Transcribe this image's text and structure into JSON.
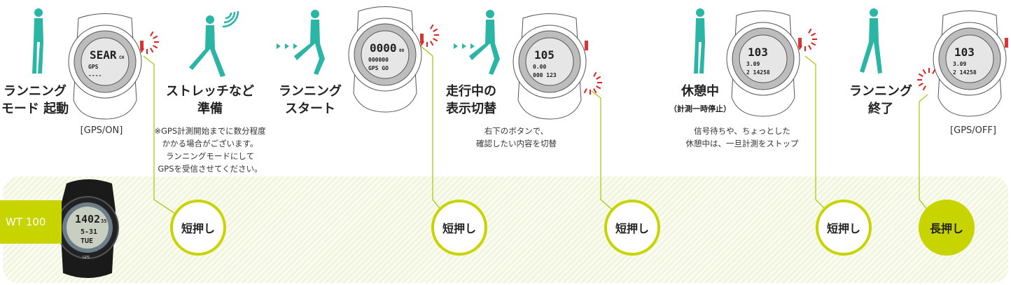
{
  "model": {
    "label": "WT 100",
    "display": {
      "time": "1402",
      "seconds": "35",
      "date": "5-31",
      "day": "TUE",
      "brand": "GPS"
    }
  },
  "steps": [
    {
      "title_lines": [
        "ランニング",
        "モード 起動"
      ],
      "caption": "[GPS/ON]"
    },
    {
      "title_lines": [
        "ストレッチなど",
        "準備"
      ],
      "note_lines": [
        "※GPS計測開始までに数分程度",
        "かかる場合がございます。",
        "ランニングモードにして",
        "GPSを受信させてください。"
      ]
    },
    {
      "title_lines": [
        "ランニング",
        "スタート"
      ]
    },
    {
      "title_lines": [
        "走行中の",
        "表示切替"
      ],
      "note_lines": [
        "右下のボタンで、",
        "確認したい内容を切替"
      ]
    },
    {
      "title_lines": [
        "休憩中",
        "（計測一時停止）"
      ],
      "note_lines": [
        "信号待ちや、ちょっとした",
        "休憩中は、一旦計測をストップ"
      ]
    },
    {
      "title_lines": [
        "ランニング",
        "終了"
      ],
      "caption": "[GPS/OFF]"
    }
  ],
  "watches": [
    {
      "line1": "SEAR",
      "unit": "CH",
      "line2": "GPS",
      "line3": "----"
    },
    {
      "line1": "0000",
      "unit": "00",
      "line2": "000000",
      "line3": "GPS GO"
    },
    {
      "line1": "105",
      "unit": "",
      "line2": "0.00",
      "line3": "000 123"
    },
    {
      "line1": "103",
      "unit": "",
      "line2": "3.09",
      "line3": "2 14258"
    },
    {
      "line1": "103",
      "unit": "",
      "line2": "3.09",
      "line3": "2 14258"
    }
  ],
  "buttons": [
    {
      "label": "短押し"
    },
    {
      "label": "短押し"
    },
    {
      "label": "短押し"
    },
    {
      "label": "短押し"
    },
    {
      "label": "長押し"
    }
  ],
  "colors": {
    "accent": "#c8d400",
    "runner": "#2ab5a5",
    "press": "#e02020"
  }
}
